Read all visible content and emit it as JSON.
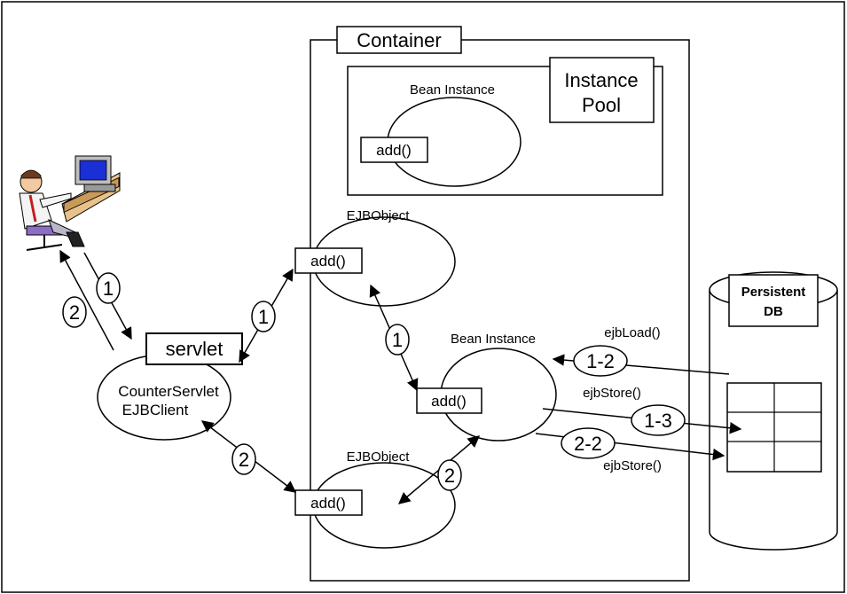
{
  "container": {
    "label": "Container"
  },
  "instance_pool": {
    "label_line1": "Instance",
    "label_line2": "Pool"
  },
  "pool_bean": {
    "label": "Bean Instance",
    "method": "add()"
  },
  "ejb_object_1": {
    "label": "EJBObject",
    "method": "add()"
  },
  "ejb_object_2": {
    "label": "EJBObject",
    "method": "add()"
  },
  "active_bean": {
    "label": "Bean Instance",
    "method": "add()"
  },
  "servlet": {
    "label": "servlet",
    "line1": "CounterServlet",
    "line2": "EJBClient"
  },
  "database": {
    "label_line1": "Persistent",
    "label_line2": "DB"
  },
  "steps": {
    "user_to_servlet": "1",
    "servlet_to_user": "2",
    "servlet_to_ejbobject_1": "1",
    "ejbobject_to_bean": "1",
    "servlet_to_ejbobject_2": "2",
    "ejbobject_to_bean_2": "2",
    "load": "1-2",
    "store_1": "1-3",
    "store_2": "2-2"
  },
  "db_calls": {
    "load": "ejbLoad()",
    "store_1": "ejbStore()",
    "store_2": "ejbStore()"
  },
  "icons": {
    "user": "user-at-computer-icon"
  }
}
